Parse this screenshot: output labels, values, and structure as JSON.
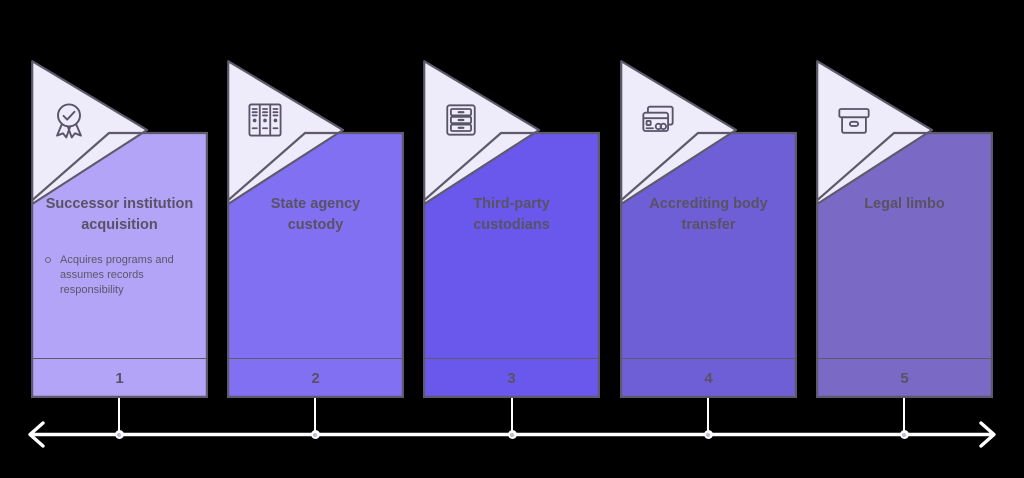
{
  "diagram": {
    "type": "process-timeline",
    "orientation": "horizontal",
    "step_count": 5,
    "colors": {
      "background": "#000000",
      "notch": "#eeebfa",
      "stroke": "#5f5a6b",
      "text": "#595264",
      "timeline": "#ffffff"
    },
    "steps": [
      {
        "number": "1",
        "title": "Successor institution acquisition",
        "icon": "award-ribbon-check-icon",
        "color": "#b3a4f7",
        "bullets": [
          "Acquires programs and assumes records responsibility"
        ]
      },
      {
        "number": "2",
        "title": "State agency custody",
        "icon": "lockers-icon",
        "color": "#8170f2",
        "bullets": []
      },
      {
        "number": "3",
        "title": "Third-party custodians",
        "icon": "file-cabinet-icon",
        "color": "#6a58ec",
        "bullets": []
      },
      {
        "number": "4",
        "title": "Accrediting body transfer",
        "icon": "id-cards-icon",
        "color": "#6f5fd6",
        "bullets": []
      },
      {
        "number": "5",
        "title": "Legal limbo",
        "icon": "archive-box-icon",
        "color": "#7a6ac6",
        "bullets": []
      }
    ],
    "timeline": {
      "left_arrow": "arrow-left-icon",
      "right_arrow": "arrow-right-icon",
      "markers": [
        "1",
        "2",
        "3",
        "4",
        "5"
      ]
    }
  }
}
